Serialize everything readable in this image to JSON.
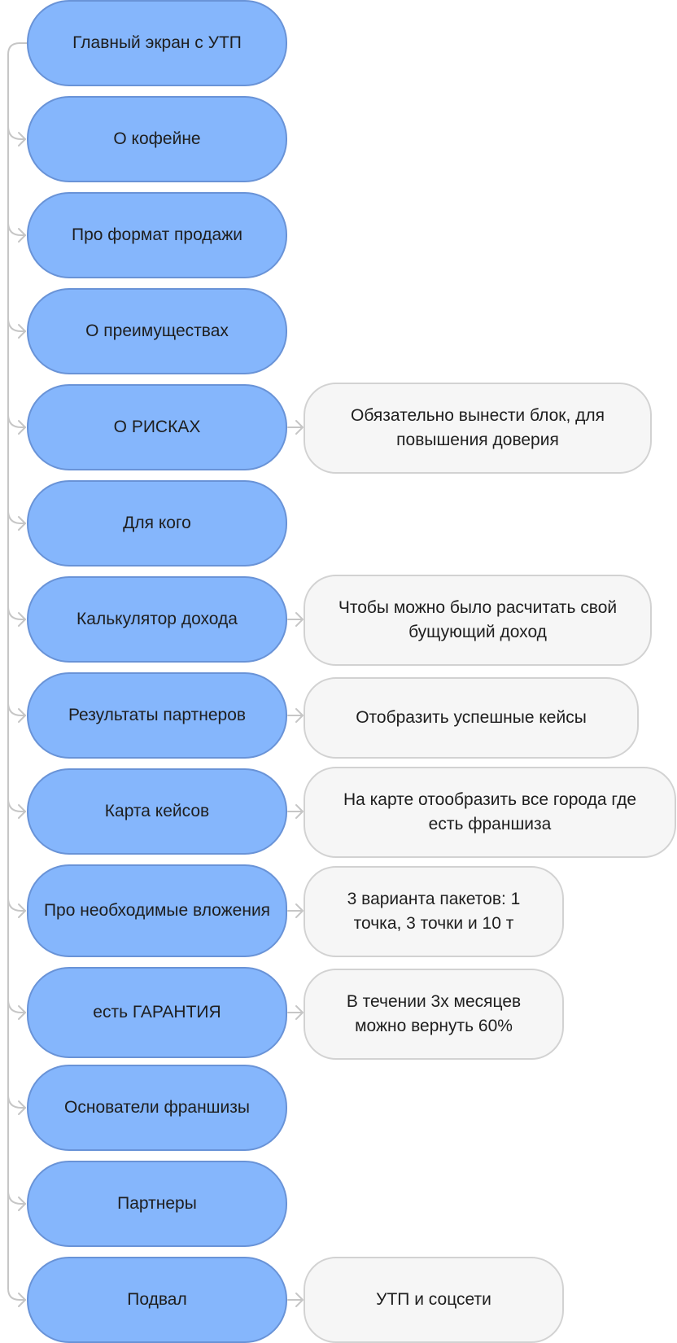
{
  "colors": {
    "main_fill": "#85b6fc",
    "main_border": "#6993d7",
    "note_fill": "#f6f6f6",
    "note_border": "#d2d2d2",
    "connector": "#c6c6c6"
  },
  "sections": [
    {
      "label": "Главный экран с УТП",
      "note": null
    },
    {
      "label": "О кофейне",
      "note": null
    },
    {
      "label": "Про формат продажи",
      "note": null
    },
    {
      "label": "О преимуществах",
      "note": null
    },
    {
      "label": "О РИСКАХ",
      "note": "Обязательно вынести блок, для повышения доверия"
    },
    {
      "label": "Для кого",
      "note": null
    },
    {
      "label": "Калькулятор дохода",
      "note": "Чтобы можно было расчитать свой бущующий доход"
    },
    {
      "label": "Результаты партнеров",
      "note": "Отобразить успешные кейсы"
    },
    {
      "label": "Карта кейсов",
      "note": "На карте отообразить все города где есть франшиза"
    },
    {
      "label": "Про необходимые вложения",
      "note": "3 варианта пакетов: 1 точка, 3 точки и 10 т"
    },
    {
      "label": "есть ГАРАНТИЯ",
      "note": "В течении 3х месяцев можно вернуть 60%"
    },
    {
      "label": "Основатели франшизы",
      "note": null
    },
    {
      "label": "Партнеры",
      "note": null
    },
    {
      "label": "Подвал",
      "note": "УТП и соцсети"
    }
  ]
}
